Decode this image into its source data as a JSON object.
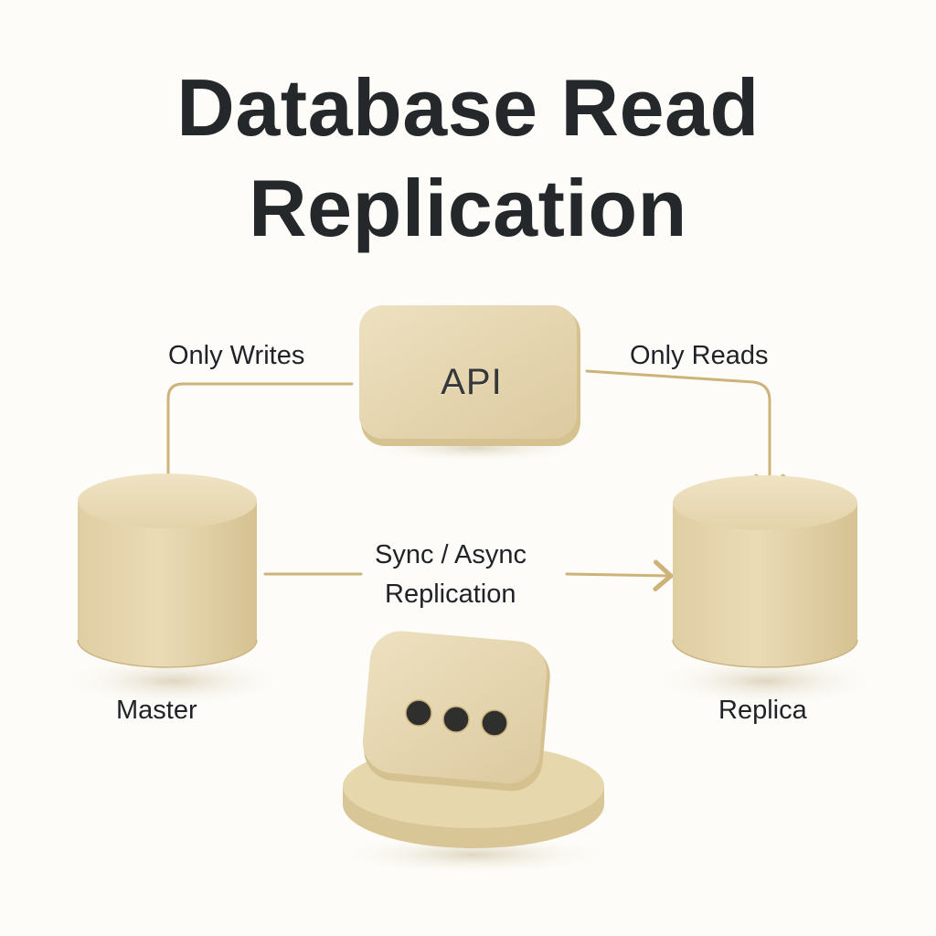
{
  "title": {
    "line1": "Database Read",
    "line2": "Replication"
  },
  "nodes": {
    "api": {
      "label": "API",
      "icon": "api-block"
    },
    "master": {
      "label": "Master",
      "icon": "database-cylinder"
    },
    "replica": {
      "label": "Replica",
      "icon": "database-cylinder"
    },
    "app": {
      "icon": "chat-bubble-ellipsis",
      "dots": 3
    }
  },
  "edges": {
    "api_to_master": {
      "label": "Only Writes"
    },
    "api_to_replica": {
      "label": "Only Reads"
    },
    "master_to_replica": {
      "label_line1": "Sync / Async",
      "label_line2": "Replication"
    }
  },
  "colors": {
    "background": "#fdfcf8",
    "object_fill": "#e8d9b4",
    "object_shade": "#d8c496",
    "arrow": "#cdb27a",
    "text": "#25282b",
    "dot": "#2f302e"
  }
}
